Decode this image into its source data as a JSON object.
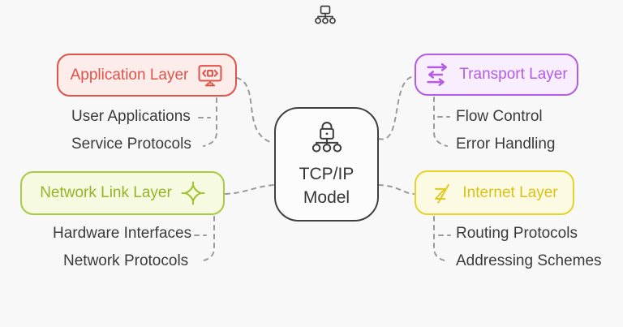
{
  "canvas": {
    "background": "#f8f8f8",
    "connector_color": "#9a9a9a"
  },
  "header": {
    "icon": "network-hierarchy-icon",
    "icon_color": "#3b3b3b"
  },
  "center_node": {
    "line1": "TCP/IP",
    "line2": "Model",
    "icon": "lock-network-icon",
    "border_color": "#404040",
    "background": "#fcfcfc",
    "text_color": "#363636"
  },
  "layers": [
    {
      "label": "Application Layer",
      "icon": "monitor-code-icon",
      "accent": "#e0534a",
      "background": "#fcecea",
      "items": [
        "User Applications",
        "Service Protocols"
      ]
    },
    {
      "label": "Transport Layer",
      "icon": "transfer-arrows-icon",
      "accent": "#b45ce4",
      "background": "#f8eefd",
      "items": [
        "Flow Control",
        "Error Handling"
      ]
    },
    {
      "label": "Network Link Layer",
      "icon": "chip-cross-icon",
      "accent": "#a8cb43",
      "text_color": "#96b32b",
      "background": "#f5fae0",
      "items": [
        "Hardware Interfaces",
        "Network Protocols"
      ]
    },
    {
      "label": "Internet Layer",
      "icon": "z-slash-icon",
      "accent": "#e6d32b",
      "text_color": "#d9c216",
      "background": "#fdfae3",
      "items": [
        "Routing Protocols",
        "Addressing Schemes"
      ]
    }
  ]
}
